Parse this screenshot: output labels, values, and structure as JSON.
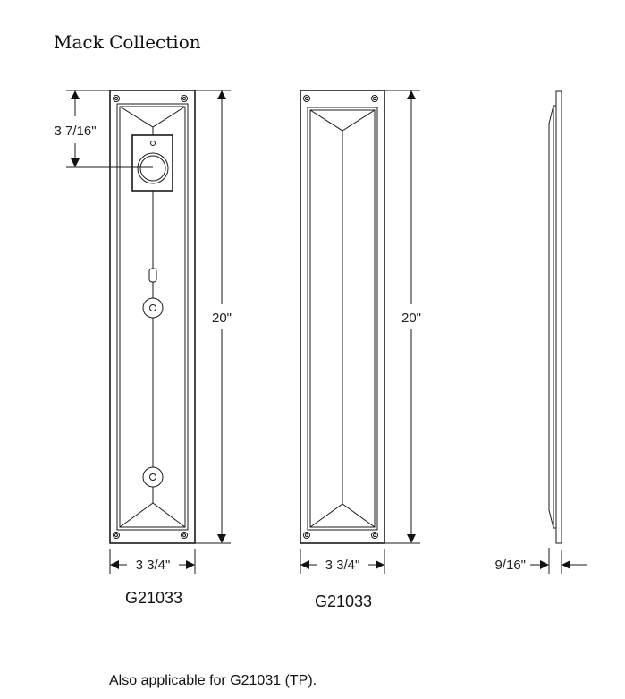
{
  "title": "Mack Collection",
  "views": [
    {
      "model": "G21033",
      "height_dim": "20\"",
      "width_dim": "3 3/4\"",
      "knob_offset_dim": "3 7/16\""
    },
    {
      "model": "G21033",
      "height_dim": "20\"",
      "width_dim": "3 3/4\""
    },
    {
      "depth_dim": "9/16\""
    }
  ],
  "note": "Also applicable for G21031 (TP)."
}
